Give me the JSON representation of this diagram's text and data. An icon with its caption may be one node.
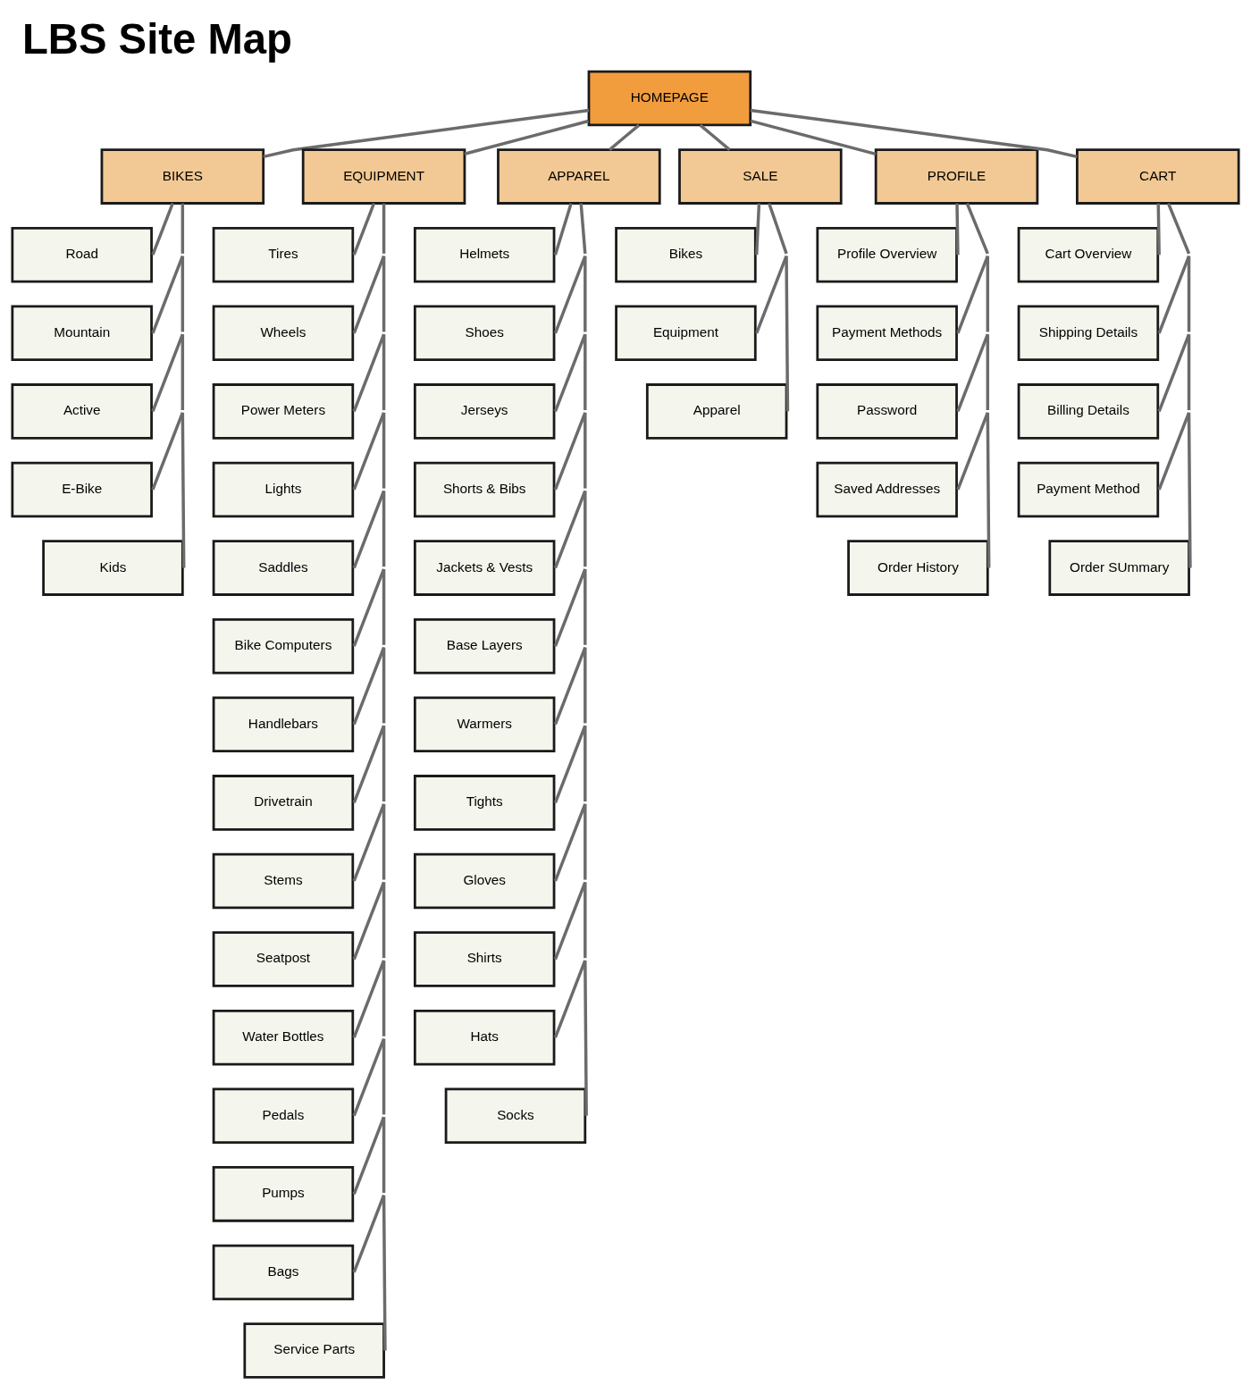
{
  "diagram": {
    "title": "LBS Site Map",
    "nodes": [
      {
        "text": [
          "HOMEPAGE"
        ]
      },
      {
        "text": [
          "BIKES"
        ]
      },
      {
        "text": [
          "EQUIPMENT"
        ]
      },
      {
        "text": [
          "APPAREL"
        ]
      },
      {
        "text": [
          "SALE"
        ]
      },
      {
        "text": [
          "PROFILE"
        ]
      },
      {
        "text": [
          "CART"
        ]
      },
      {
        "text": [
          "Road"
        ]
      },
      {
        "text": [
          "Mountain"
        ]
      },
      {
        "text": [
          "Active"
        ]
      },
      {
        "text": [
          "E-Bike"
        ]
      },
      {
        "text": [
          "Kids"
        ]
      },
      {
        "text": [
          "Tires"
        ]
      },
      {
        "text": [
          "Wheels"
        ]
      },
      {
        "text": [
          "Power Meters"
        ]
      },
      {
        "text": [
          "Lights"
        ]
      },
      {
        "text": [
          "Saddles"
        ]
      },
      {
        "text": [
          "Bike Computers"
        ]
      },
      {
        "text": [
          "Handlebars"
        ]
      },
      {
        "text": [
          "Drivetrain"
        ]
      },
      {
        "text": [
          "Stems"
        ]
      },
      {
        "text": [
          "Seatpost"
        ]
      },
      {
        "text": [
          "Water Bottles"
        ]
      },
      {
        "text": [
          "Pedals"
        ]
      },
      {
        "text": [
          "Pumps"
        ]
      },
      {
        "text": [
          "Bags"
        ]
      },
      {
        "text": [
          "Service Parts"
        ]
      },
      {
        "text": [
          "Helmets"
        ]
      },
      {
        "text": [
          "Shoes"
        ]
      },
      {
        "text": [
          "Jerseys"
        ]
      },
      {
        "text": [
          "Shorts & Bibs"
        ]
      },
      {
        "text": [
          "Jackets & Vests"
        ]
      },
      {
        "text": [
          "Base Layers"
        ]
      },
      {
        "text": [
          "Warmers"
        ]
      },
      {
        "text": [
          "Tights"
        ]
      },
      {
        "text": [
          "Gloves"
        ]
      },
      {
        "text": [
          "Shirts"
        ]
      },
      {
        "text": [
          "Hats"
        ]
      },
      {
        "text": [
          "Socks"
        ]
      },
      {
        "text": [
          "Bikes"
        ]
      },
      {
        "text": [
          "Equipment"
        ]
      },
      {
        "text": [
          "Apparel"
        ]
      },
      {
        "text": [
          "Profile Overview"
        ]
      },
      {
        "text": [
          "Payment Methods"
        ]
      },
      {
        "text": [
          "Password"
        ]
      },
      {
        "text": [
          "Saved Addresses"
        ]
      },
      {
        "text": [
          "Order History"
        ]
      },
      {
        "text": [
          "Cart Overview"
        ]
      },
      {
        "text": [
          "Shipping Details"
        ]
      },
      {
        "text": [
          "Billing Details"
        ]
      },
      {
        "text": [
          "Payment Method"
        ]
      },
      {
        "text": [
          "Order SUmmary"
        ]
      }
    ],
    "edges": [
      {
        "from": 0,
        "to": 1,
        "arrow": "none"
      },
      {
        "from": 0,
        "to": 2,
        "arrow": "none"
      },
      {
        "from": 0,
        "to": 3,
        "arrow": "none"
      },
      {
        "from": 0,
        "to": 4,
        "arrow": "none"
      },
      {
        "from": 0,
        "to": 5,
        "arrow": "none"
      },
      {
        "from": 0,
        "to": 6,
        "arrow": "none"
      },
      {
        "from": 1,
        "to": 7,
        "arrow": "none"
      },
      {
        "from": 1,
        "to": 8,
        "arrow": "none"
      },
      {
        "from": 1,
        "to": 9,
        "arrow": "none"
      },
      {
        "from": 1,
        "to": 10,
        "arrow": "none"
      },
      {
        "from": 1,
        "to": 11,
        "arrow": "none"
      },
      {
        "from": 2,
        "to": 12,
        "arrow": "none"
      },
      {
        "from": 2,
        "to": 13,
        "arrow": "none"
      },
      {
        "from": 2,
        "to": 14,
        "arrow": "none"
      },
      {
        "from": 2,
        "to": 15,
        "arrow": "none"
      },
      {
        "from": 2,
        "to": 16,
        "arrow": "none"
      },
      {
        "from": 2,
        "to": 17,
        "arrow": "none"
      },
      {
        "from": 2,
        "to": 18,
        "arrow": "none"
      },
      {
        "from": 2,
        "to": 19,
        "arrow": "none"
      },
      {
        "from": 2,
        "to": 20,
        "arrow": "none"
      },
      {
        "from": 2,
        "to": 21,
        "arrow": "none"
      },
      {
        "from": 2,
        "to": 22,
        "arrow": "none"
      },
      {
        "from": 2,
        "to": 23,
        "arrow": "none"
      },
      {
        "from": 2,
        "to": 24,
        "arrow": "none"
      },
      {
        "from": 2,
        "to": 25,
        "arrow": "none"
      },
      {
        "from": 2,
        "to": 26,
        "arrow": "none"
      },
      {
        "from": 3,
        "to": 27,
        "arrow": "none"
      },
      {
        "from": 3,
        "to": 28,
        "arrow": "none"
      },
      {
        "from": 3,
        "to": 29,
        "arrow": "none"
      },
      {
        "from": 3,
        "to": 30,
        "arrow": "none"
      },
      {
        "from": 3,
        "to": 31,
        "arrow": "none"
      },
      {
        "from": 3,
        "to": 32,
        "arrow": "none"
      },
      {
        "from": 3,
        "to": 33,
        "arrow": "none"
      },
      {
        "from": 3,
        "to": 34,
        "arrow": "none"
      },
      {
        "from": 3,
        "to": 35,
        "arrow": "none"
      },
      {
        "from": 3,
        "to": 36,
        "arrow": "none"
      },
      {
        "from": 3,
        "to": 37,
        "arrow": "none"
      },
      {
        "from": 3,
        "to": 38,
        "arrow": "none"
      },
      {
        "from": 4,
        "to": 39,
        "arrow": "none"
      },
      {
        "from": 4,
        "to": 40,
        "arrow": "none"
      },
      {
        "from": 4,
        "to": 41,
        "arrow": "none"
      },
      {
        "from": 5,
        "to": 42,
        "arrow": "none"
      },
      {
        "from": 5,
        "to": 43,
        "arrow": "none"
      },
      {
        "from": 5,
        "to": 44,
        "arrow": "none"
      },
      {
        "from": 5,
        "to": 45,
        "arrow": "none"
      },
      {
        "from": 5,
        "to": 46,
        "arrow": "none"
      },
      {
        "from": 6,
        "to": 47,
        "arrow": "none"
      },
      {
        "from": 6,
        "to": 48,
        "arrow": "none"
      },
      {
        "from": 6,
        "to": 49,
        "arrow": "none"
      },
      {
        "from": 6,
        "to": 50,
        "arrow": "none"
      },
      {
        "from": 6,
        "to": 51,
        "arrow": "none"
      }
    ]
  }
}
